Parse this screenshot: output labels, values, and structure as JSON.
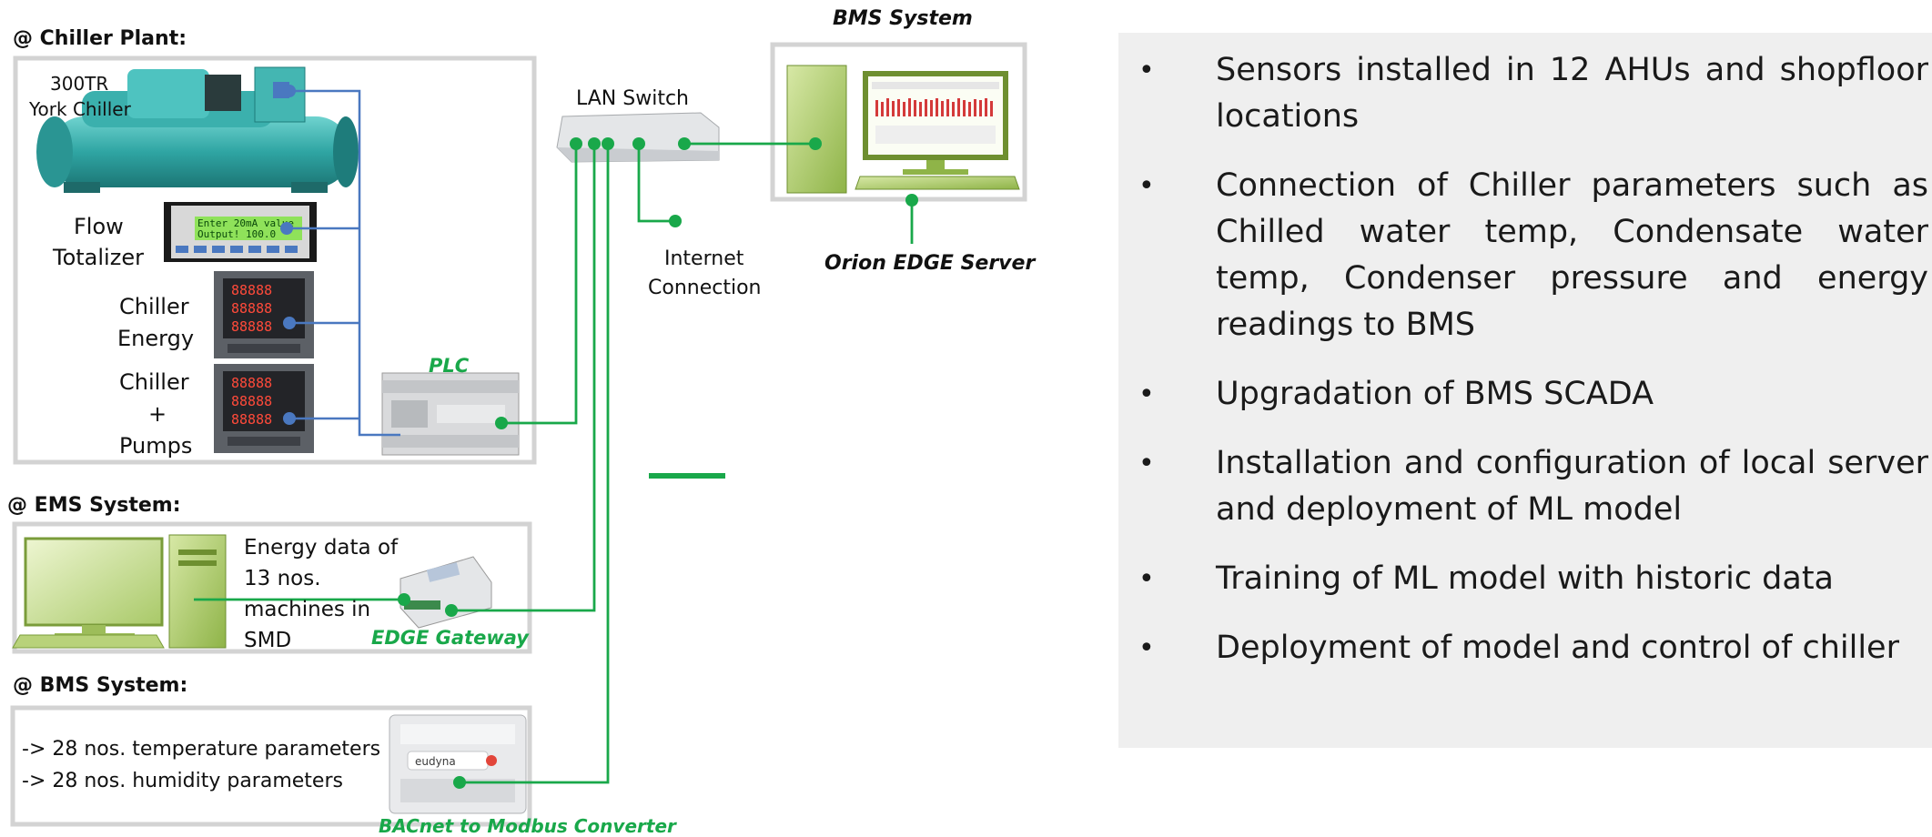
{
  "chiller_plant": {
    "header": "@ Chiller Plant:",
    "chiller_label": [
      "300TR",
      "York Chiller"
    ],
    "flow_totalizer_label": [
      "Flow",
      "Totalizer"
    ],
    "flow_totalizer_display": [
      "Enter 20mA value",
      "Output!    100.0"
    ],
    "chiller_energy_label": [
      "Chiller",
      "Energy"
    ],
    "chiller_pumps_label": [
      "Chiller",
      "+",
      "Pumps"
    ],
    "plc_label": "PLC"
  },
  "network": {
    "lan_switch_label": "LAN Switch",
    "internet_label": [
      "Internet",
      "Connection"
    ]
  },
  "bms_top": {
    "title": "BMS System",
    "server_label": "Orion EDGE Server"
  },
  "ems_system": {
    "header": "@ EMS System:",
    "energy_text": [
      "Energy data of",
      "13 nos.",
      "machines in",
      "SMD"
    ],
    "gateway_label": "EDGE Gateway"
  },
  "bms_system": {
    "header": "@ BMS System:",
    "params": [
      "-> 28 nos. temperature parameters",
      "-> 28 nos. humidity parameters"
    ],
    "converter_label": "BACnet to Modbus Converter",
    "converter_brand": "eudyna"
  },
  "bullets": [
    "Sensors installed in 12 AHUs and shopfloor locations",
    "Connection of Chiller parameters such as Chilled water temp, Condensate water temp, Condenser pressure and energy readings to BMS",
    "Upgradation of BMS SCADA",
    "Installation and configuration of local server and deployment of ML model",
    "Training of ML model with historic data",
    "Deployment of model and control of chiller"
  ],
  "colors": {
    "green_link": "#19a84a",
    "blue_link": "#4a78c0",
    "box_border": "#d3d3d3",
    "panel_bg": "#efefef"
  }
}
